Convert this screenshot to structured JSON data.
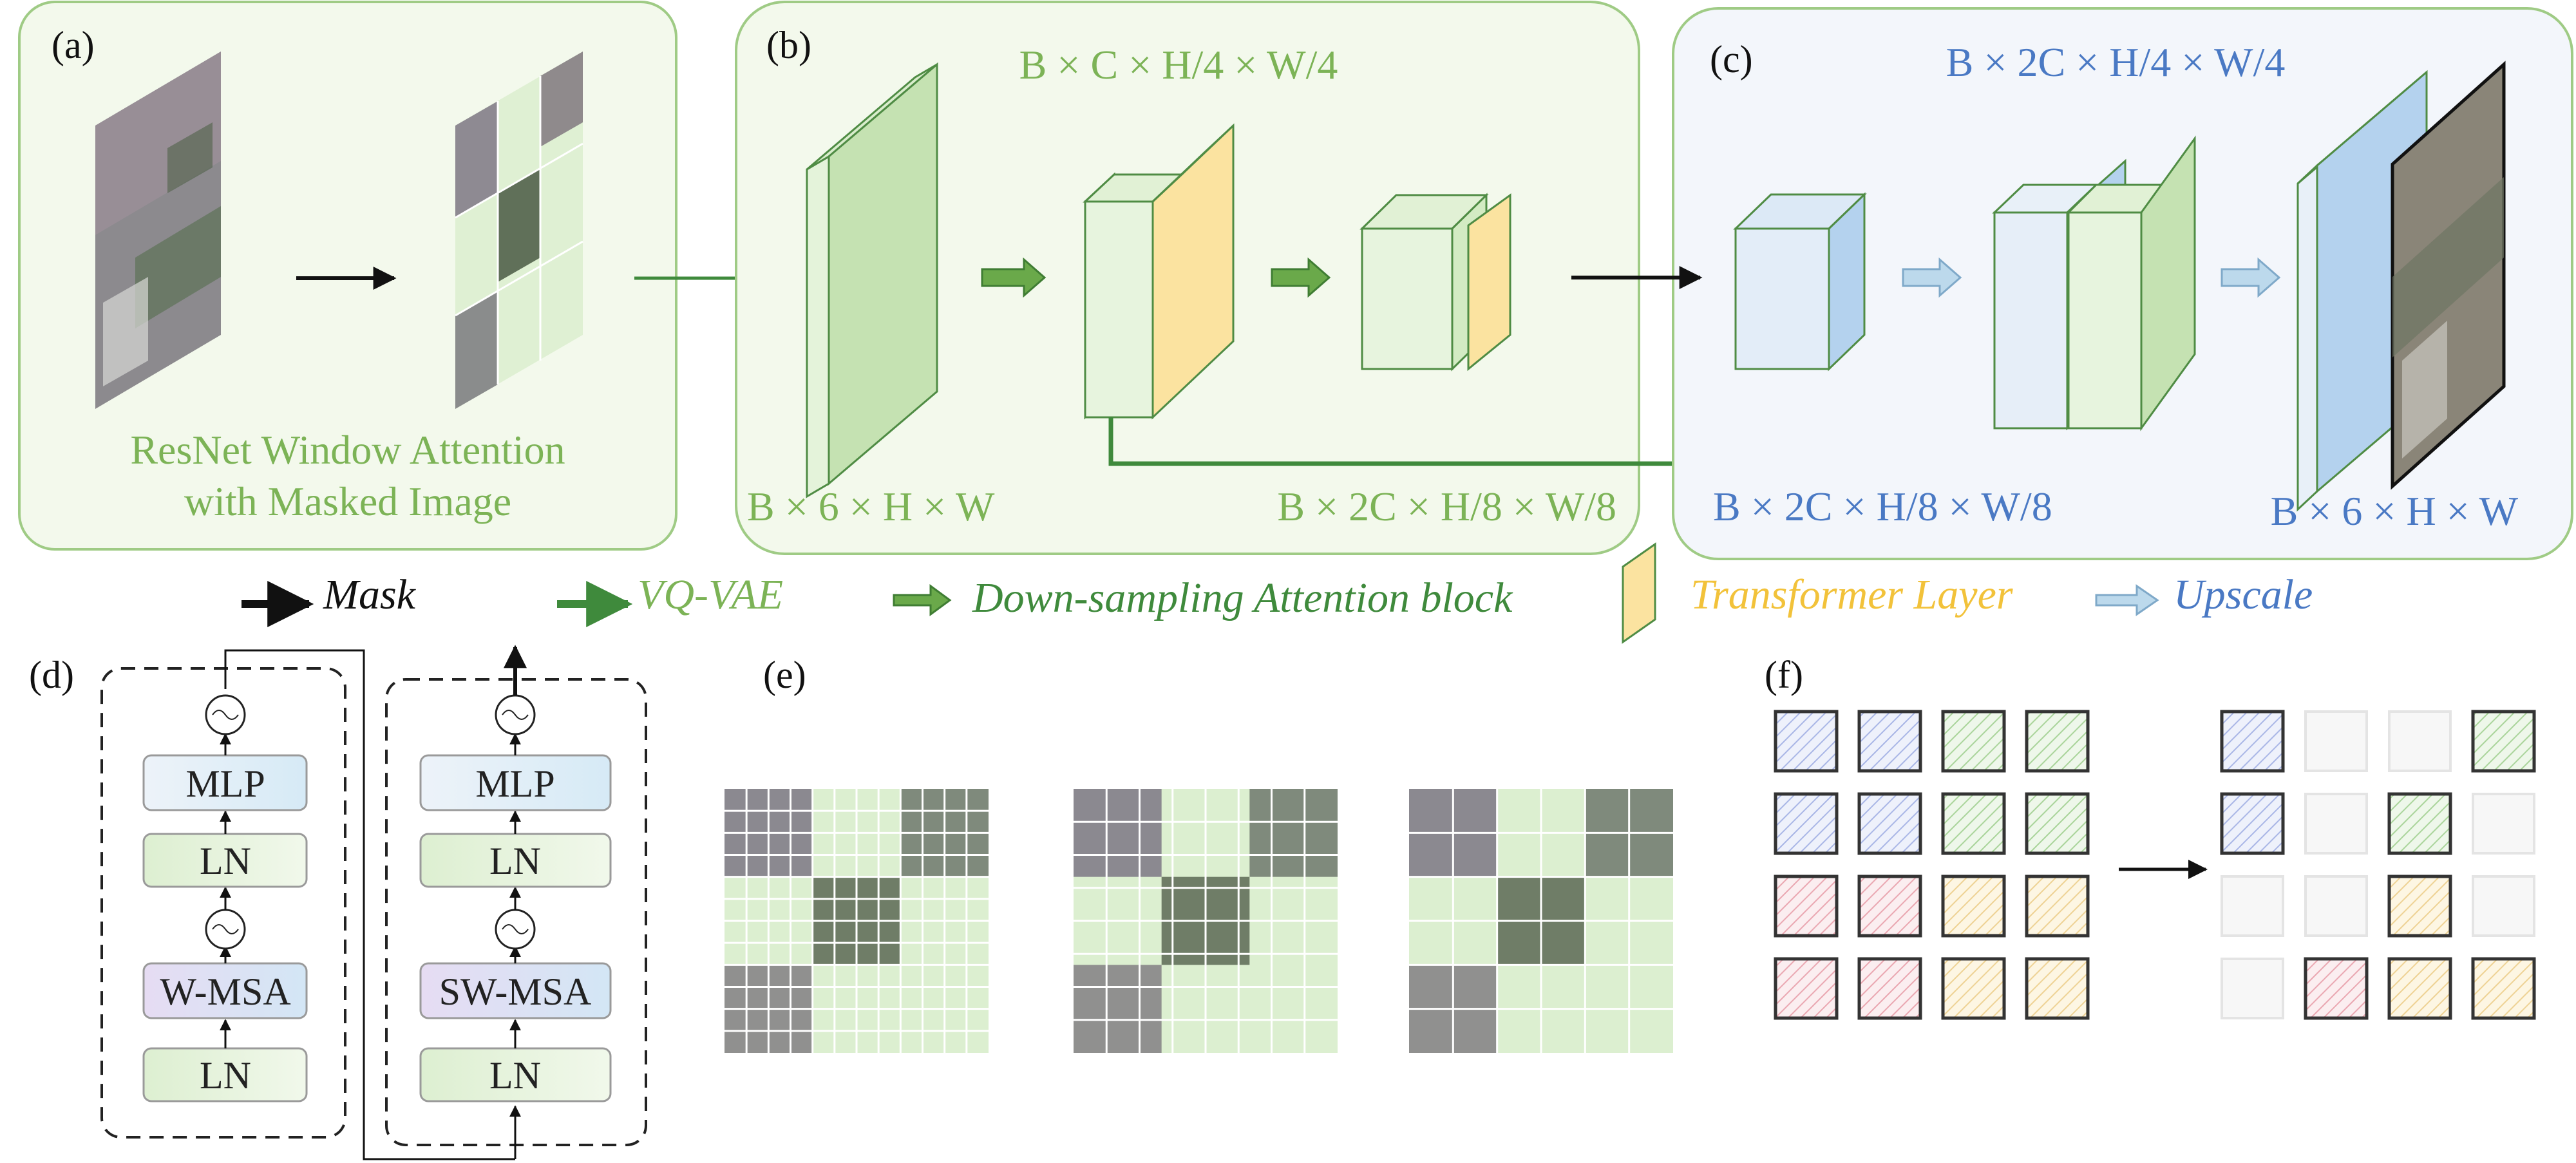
{
  "panel_labels": {
    "a": "(a)",
    "b": "(b)",
    "c": "(c)",
    "d": "(d)",
    "e": "(e)",
    "f": "(f)"
  },
  "panel_a": {
    "caption_line1": "ResNet Window Attention",
    "caption_line2": "with Masked Image"
  },
  "panel_b": {
    "dim_top": "B × C × H/4 × W/4",
    "dim_left": "B × 6 × H × W",
    "dim_right": "B × 2C × H/8 × W/8"
  },
  "panel_c": {
    "dim_top": "B × 2C × H/4 × W/4",
    "dim_left": "B × 2C × H/8 × W/8",
    "dim_right": "B × 6 × H × W"
  },
  "legend": {
    "mask": "Mask",
    "vqvae": "VQ-VAE",
    "down": "Down-sampling Attention block",
    "transformer": "Transformer Layer",
    "upscale": "Upscale"
  },
  "panel_d": {
    "block1": {
      "mlp": "MLP",
      "ln_top": "LN",
      "attn": "W-MSA",
      "ln_bottom": "LN"
    },
    "block2": {
      "mlp": "MLP",
      "ln_top": "LN",
      "attn": "SW-MSA",
      "ln_bottom": "LN"
    }
  },
  "colors": {
    "panel_green_fill": "#f3f9ec",
    "panel_green_border": "#9fcb85",
    "panel_blue_fill": "#f3f6fb",
    "green_dark": "#3f8a3c",
    "green_text": "#7cb356",
    "blue_text": "#4a79c4",
    "yellow": "#fbe3a0",
    "light_blue": "#b4d2ee",
    "light_green": "#c5e2b2"
  }
}
